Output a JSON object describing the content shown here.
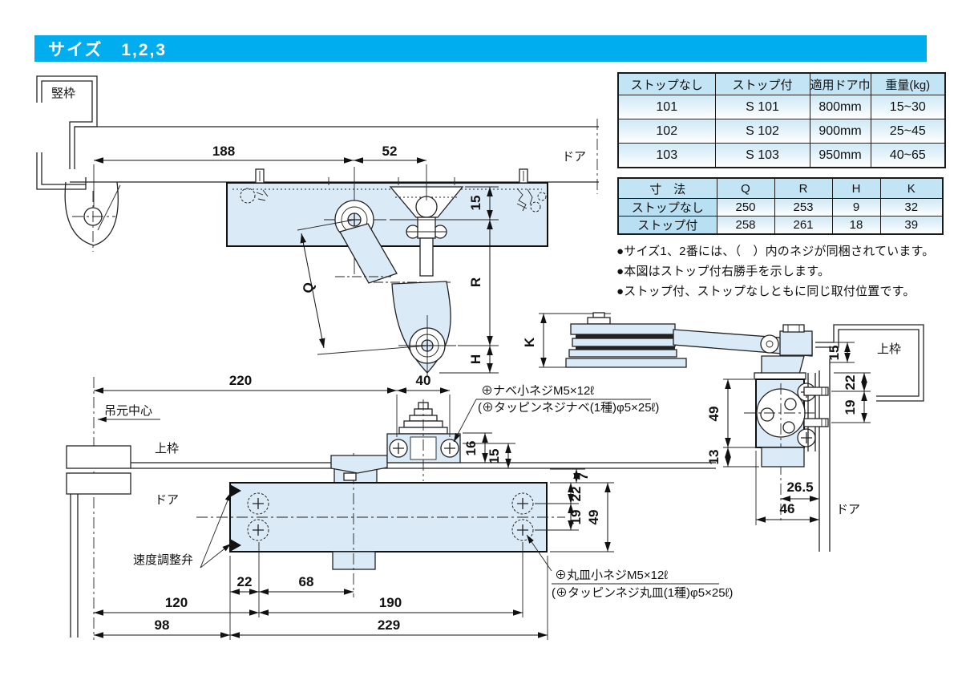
{
  "title": "サイズ　1,2,3",
  "colors": {
    "accent": "#00AEEF",
    "body_fill": "#DBEAF7",
    "table_header": "#C3E4F5",
    "table_label": "#B9DFF2"
  },
  "spec_table": {
    "headers": [
      "ストップなし",
      "ストップ付",
      "適用ドア巾",
      "重量(kg)"
    ],
    "rows": [
      [
        "101",
        "S 101",
        "800mm",
        "15~30"
      ],
      [
        "102",
        "S 102",
        "900mm",
        "25~45"
      ],
      [
        "103",
        "S 103",
        "950mm",
        "40~65"
      ]
    ]
  },
  "dim_table": {
    "headers": [
      "寸　法",
      "Q",
      "R",
      "H",
      "K"
    ],
    "rows": [
      [
        "ストップなし",
        "250",
        "253",
        "9",
        "32"
      ],
      [
        "ストップ付",
        "258",
        "261",
        "18",
        "39"
      ]
    ]
  },
  "notes": [
    "●サイズ1、2番には、（　）内のネジが同梱されています。",
    "●本図はストップ付右勝手を示します。",
    "●ストップ付、ストップなしともに同じ取付位置です。"
  ],
  "labels": {
    "tatewaku": "竪枠",
    "door_top": "ドア",
    "door_mid": "ドア",
    "door_side": "ドア",
    "uwawaku_mid": "上枠",
    "uwawaku_side": "上枠",
    "hinge_center": "吊元中心",
    "speed_valve": "速度調整弁"
  },
  "screw_notes": {
    "pan_line1": "⊕ナベ小ネジM5×12ℓ",
    "pan_line2": "(⊕タッピンネジナベ(1種)φ5×25ℓ)",
    "flat_line1": "⊕丸皿小ネジM5×12ℓ",
    "flat_line2": "(⊕タッピンネジ丸皿(1種)φ5×25ℓ)"
  },
  "dims": {
    "d188": "188",
    "d52": "52",
    "d15_top": "15",
    "dR": "R",
    "dH": "H",
    "dQ": "Q",
    "dK": "K",
    "d220": "220",
    "d40": "40",
    "d16": "16",
    "d15_mid": "15",
    "d7": "7",
    "d22_right": "22",
    "d19_right": "19",
    "d49_right": "49",
    "d22_bot": "22",
    "d68": "68",
    "d120": "120",
    "d190": "190",
    "d98": "98",
    "d229": "229",
    "d49_side": "49",
    "d13": "13",
    "d26_5": "26.5",
    "d46": "46",
    "d15_side": "15",
    "d22_side": "22",
    "d19_side": "19"
  }
}
